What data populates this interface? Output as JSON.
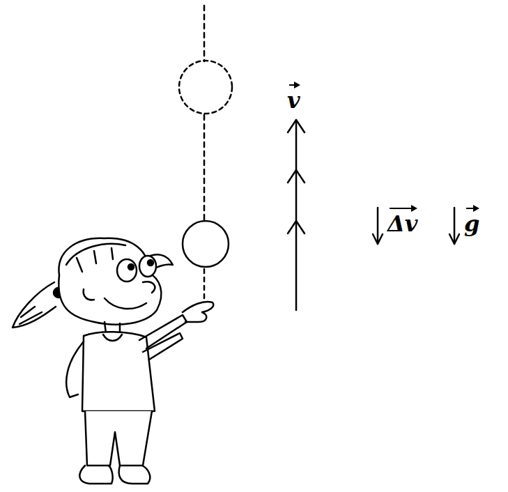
{
  "diagram": {
    "labels": [
      "v",
      "Δv",
      "g"
    ]
  }
}
